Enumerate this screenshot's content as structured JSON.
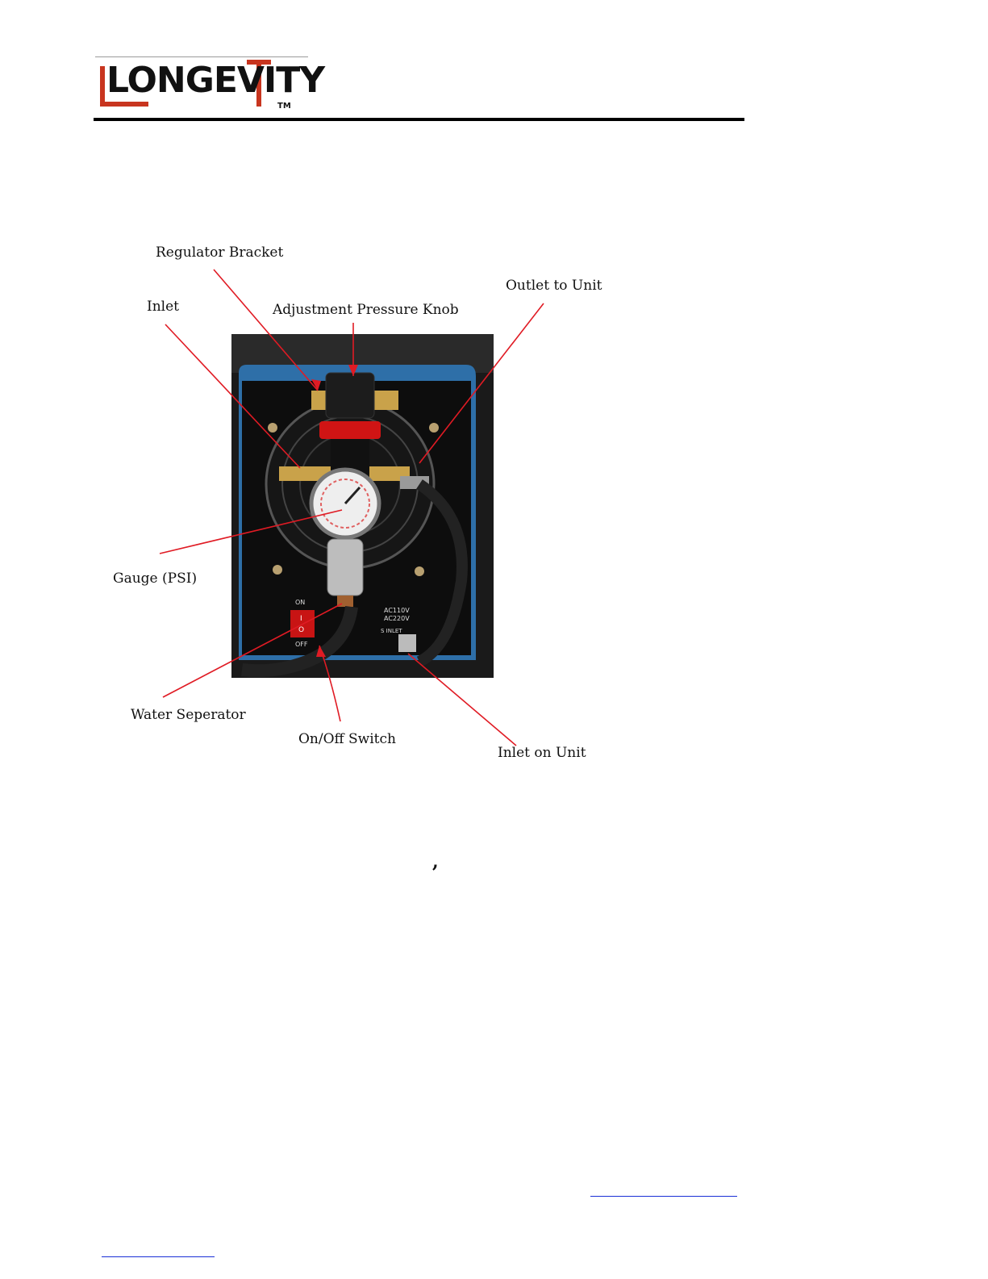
{
  "header": {
    "logo_text": "LONGEVITY",
    "logo_tm": "TM"
  },
  "callouts": {
    "regulator_bracket": "Regulator Bracket",
    "outlet_to_unit": "Outlet to Unit",
    "inlet": "Inlet",
    "adjustment_knob": "Adjustment Pressure Knob",
    "gauge": "Gauge (PSI)",
    "water_separator": "Water Seperator",
    "on_off_switch": "On/Off Switch",
    "inlet_on_unit": "Inlet on Unit"
  },
  "photo_text": {
    "on": "ON",
    "off": "OFF",
    "i": "I",
    "o": "O",
    "voltage1": "AC110V",
    "voltage2": "AC220V",
    "gas_inlet": "S INLET"
  },
  "stray": {
    "comma": ","
  },
  "colors": {
    "callout_line": "#e01b24",
    "link": "#1a2fd6",
    "unit_blue": "#2e6fa8"
  }
}
